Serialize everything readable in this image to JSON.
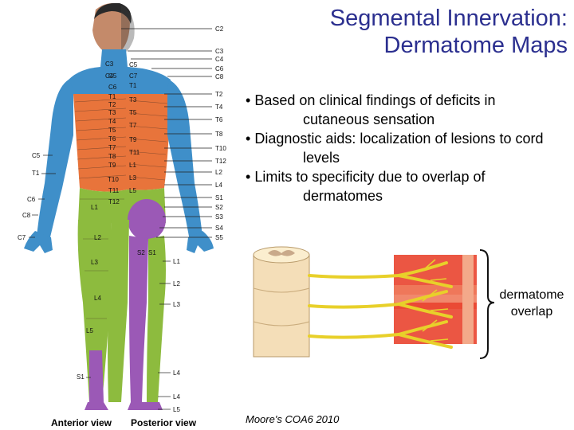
{
  "title": {
    "line1": "Segmental Innervation:",
    "line2": "Dermatome Maps"
  },
  "bullets": [
    "Based on clinical findings of deficits in cutaneous sensation",
    "Diagnostic aids: localization of lesions to cord levels",
    "Limits to specificity due to overlap of dermatomes"
  ],
  "bullet_symbol": "•",
  "overlap_label": {
    "line1": "dermatome",
    "line2": "overlap"
  },
  "credit": "Moore's COA6 2010",
  "figure": {
    "anterior_view_label": "Anterior view",
    "posterior_view_label": "Posterior view",
    "anterior_left_labels": [
      "C3",
      "C4",
      "C5",
      "T1",
      "C6",
      "C8",
      "C7"
    ],
    "anterior_body_labels": [
      "C5",
      "C6",
      "T1",
      "T2",
      "T3",
      "T4",
      "T5",
      "T6",
      "T7",
      "T8",
      "T9",
      "T10",
      "T11",
      "T12",
      "L1",
      "L2",
      "L3",
      "L4",
      "L5",
      "S1"
    ],
    "posterior_body_labels": [
      "C5",
      "C7",
      "T1",
      "T3",
      "T5",
      "T7",
      "T9",
      "T11",
      "L1",
      "L3",
      "L5",
      "S2",
      "S1"
    ],
    "right_labels": [
      "C2",
      "C3",
      "C4",
      "C6",
      "C8",
      "T2",
      "T4",
      "T6",
      "T8",
      "T10",
      "T12",
      "L2",
      "L4",
      "S1",
      "S2",
      "S3",
      "S4",
      "S5",
      "L1",
      "L2",
      "L3",
      "L4",
      "L4",
      "L5"
    ],
    "colors": {
      "cervical": "#3f8fc9",
      "thoracic": "#e8743b",
      "lumbar": "#8dbb3e",
      "sacral": "#9b59b6",
      "skin": "#c48a6a",
      "hair": "#2a2a2a"
    }
  }
}
